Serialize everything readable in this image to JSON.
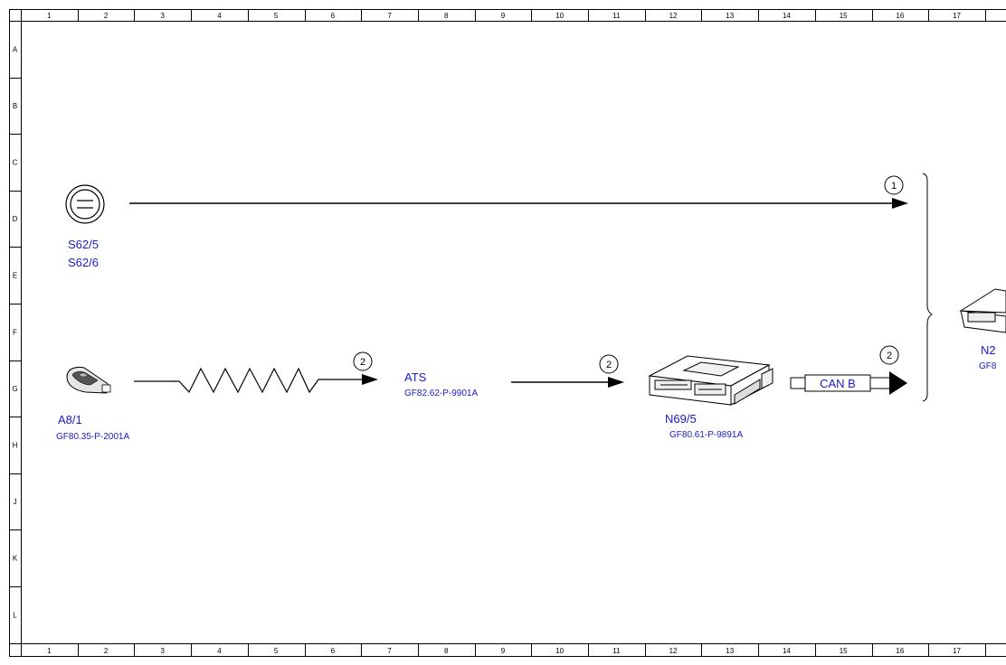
{
  "frame": {
    "columns": [
      "1",
      "2",
      "3",
      "4",
      "5",
      "6",
      "7",
      "8",
      "9",
      "10",
      "11",
      "12",
      "13",
      "14",
      "15",
      "16",
      "17"
    ],
    "rows": [
      "A",
      "B",
      "C",
      "D",
      "E",
      "F",
      "G",
      "H",
      "J",
      "K",
      "L"
    ]
  },
  "components": {
    "s62": {
      "line1": "S62/5",
      "line2": "S62/6"
    },
    "a81": {
      "name": "A8/1",
      "ref": "GF80.35-P-2001A"
    },
    "ats": {
      "name": "ATS",
      "ref": "GF82.62-P-9901A"
    },
    "n695": {
      "name": "N69/5",
      "ref": "GF80.61-P-9891A"
    },
    "n2_partial": {
      "name": "N2",
      "ref": "GF8"
    }
  },
  "connections": {
    "can_label": "CAN B",
    "marker_1": "1",
    "marker_2": "2"
  },
  "colors": {
    "label": "#1a1acc",
    "line": "#000000"
  }
}
